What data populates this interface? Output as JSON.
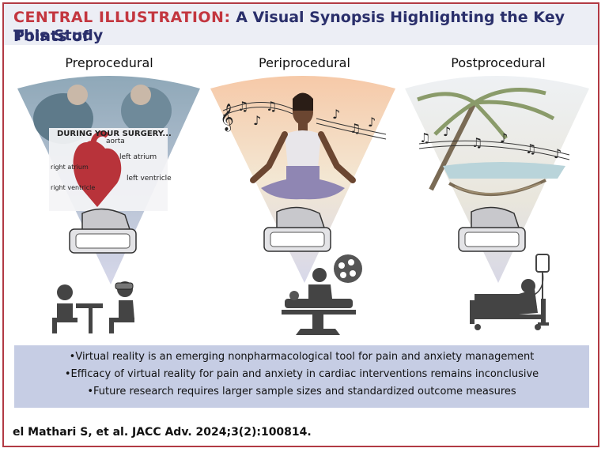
{
  "header": {
    "lead": "CENTRAL ILLUSTRATION:",
    "title_rest": "A Visual Synopsis Highlighting the Key Points of",
    "title_line2": "This Study"
  },
  "stages": [
    {
      "label": "Preprocedural"
    },
    {
      "label": "Periprocedural"
    },
    {
      "label": "Postprocedural"
    }
  ],
  "heart_diagram": {
    "heading": "DURING YOUR SURGERY...",
    "aorta": "aorta",
    "left_atrium": "left atrium",
    "right_atrium": "right atrium",
    "left_ventricle": "left ventricle",
    "right_ventricle": "right ventricle"
  },
  "summary": {
    "bullets": [
      "•Virtual reality is an emerging nonpharmacological tool for pain and anxiety management",
      "•Efficacy of virtual reality for pain and anxiety in cardiac interventions remains inconclusive",
      "•Future research requires larger sample sizes and standardized outcome measures"
    ]
  },
  "citation": "el Mathari S, et al. JACC Adv. 2024;3(2):100814.",
  "colors": {
    "accent_red": "#c3363f",
    "title_navy": "#2a2f6b",
    "header_bg": "#eceef5",
    "summary_bg": "#c6cde4",
    "cone_lavender": "#d7d8ea"
  }
}
